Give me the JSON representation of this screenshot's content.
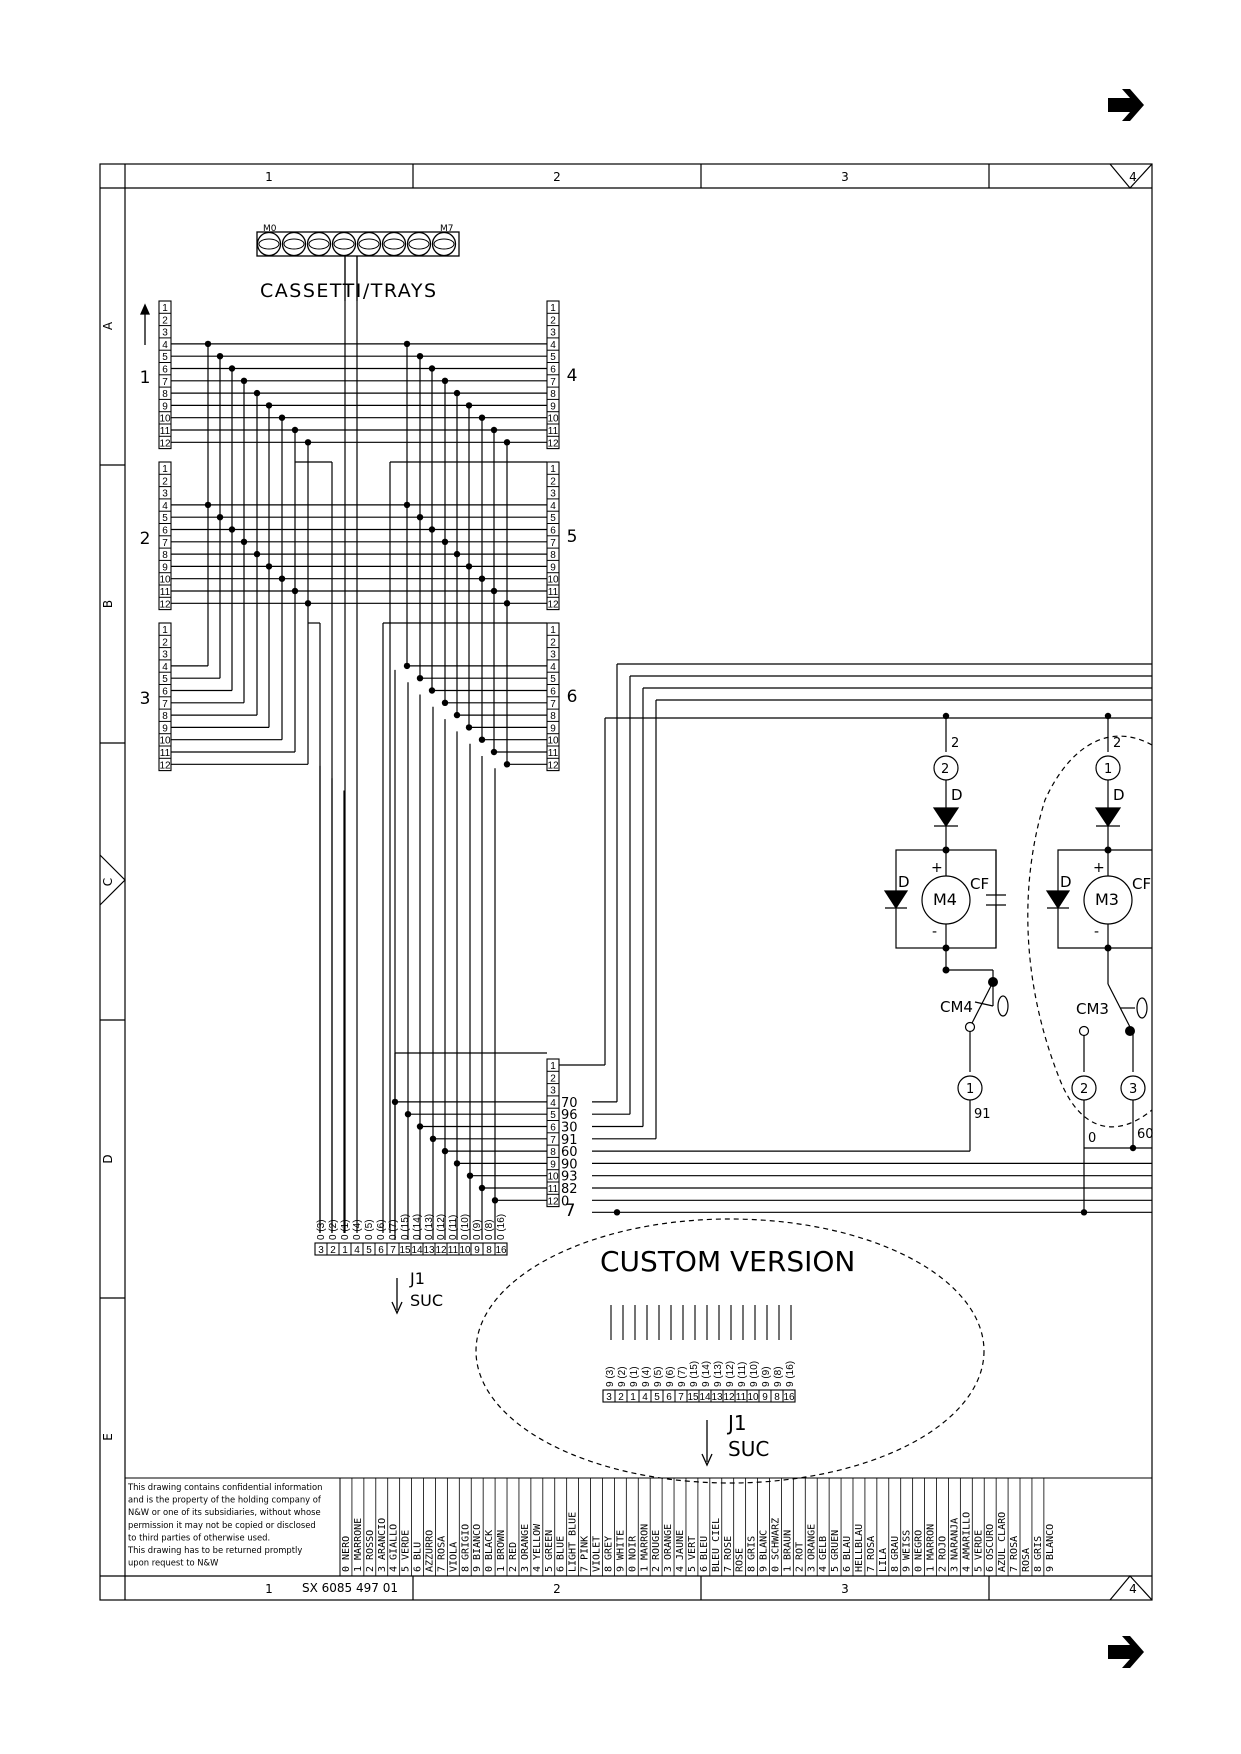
{
  "frame": {
    "columns": [
      "1",
      "2",
      "3",
      "4"
    ],
    "rows": [
      "A",
      "B",
      "C",
      "D",
      "E"
    ],
    "footer_columns": [
      "1",
      "2",
      "3",
      "4"
    ],
    "drawing_number": "SX 6085 497 01"
  },
  "title": "CASSETTI/TRAYS",
  "connector_labels": {
    "left": [
      "1",
      "2",
      "3"
    ],
    "right": [
      "4",
      "5",
      "6",
      "7"
    ]
  },
  "pins": [
    "1",
    "2",
    "3",
    "4",
    "5",
    "6",
    "7",
    "8",
    "9",
    "10",
    "11",
    "12"
  ],
  "connector7_wire_codes": [
    "",
    "",
    "",
    "70",
    "96",
    "30",
    "91",
    "60",
    "90",
    "93",
    "82",
    "0"
  ],
  "j1": {
    "top_labels": [
      "0 (3)",
      "0 (2)",
      "0 (1)",
      "0 (4)",
      "0 (5)",
      "0 (6)",
      "0 (7)",
      "0 (15)",
      "0 (14)",
      "0 (13)",
      "0 (12)",
      "0 (11)",
      "0 (10)",
      "0 (9)",
      "0 (8)",
      "0 (16)"
    ],
    "pins": [
      "3",
      "2",
      "1",
      "4",
      "5",
      "6",
      "7",
      "15",
      "14",
      "13",
      "12",
      "11",
      "10",
      "9",
      "8",
      "16"
    ],
    "name": "J1",
    "sub": "SUC"
  },
  "custom": {
    "title": "CUSTOM VERSION",
    "top_labels": [
      "9 (3)",
      "9 (2)",
      "9 (1)",
      "9 (4)",
      "9 (5)",
      "9 (6)",
      "9 (7)",
      "9 (15)",
      "9 (14)",
      "9 (13)",
      "9 (12)",
      "9 (11)",
      "9 (10)",
      "9 (9)",
      "9 (8)",
      "9 (16)"
    ],
    "pins": [
      "3",
      "2",
      "1",
      "4",
      "5",
      "6",
      "7",
      "15",
      "14",
      "13",
      "12",
      "11",
      "10",
      "9",
      "8",
      "16"
    ],
    "name": "J1",
    "sub": "SUC"
  },
  "motor_m4": {
    "motor": "M4",
    "diode": "D",
    "cap": "CF",
    "switch": "CM4",
    "top_node": "2",
    "top_wire": "2",
    "bottom_node": "1",
    "bottom_wire": "91",
    "plus": "+",
    "minus": "-"
  },
  "motor_m3": {
    "motor": "M3",
    "diode": "D",
    "cap": "CF",
    "switch": "CM3",
    "top_node": "1",
    "top_wire": "2",
    "node_left": "2",
    "node_right": "3",
    "wire_left": "0",
    "wire_right": "60",
    "plus": "+",
    "minus": "-"
  },
  "legend_note": [
    "This drawing contains confidential information",
    "and is the property of the holding company of",
    "N&W or one of its subsidiaries, without whose",
    "permission it may not be copied or disclosed",
    "to third parties of otherwise used.",
    "This drawing has to be returned promptly",
    "upon request to N&W"
  ],
  "color_legend": [
    [
      "0",
      "NERO"
    ],
    [
      "1",
      "MARRONE"
    ],
    [
      "2",
      "ROSSO"
    ],
    [
      "3",
      "ARANCIO"
    ],
    [
      "4",
      "GIALLO"
    ],
    [
      "5",
      "VERDE"
    ],
    [
      "6",
      "BLU"
    ],
    [
      "",
      "AZZURRO"
    ],
    [
      "7",
      "ROSA"
    ],
    [
      "",
      "VIOLA"
    ],
    [
      "8",
      "GRIGIO"
    ],
    [
      "9",
      "BIANCO"
    ],
    [
      "0",
      "BLACK"
    ],
    [
      "1",
      "BROWN"
    ],
    [
      "2",
      "RED"
    ],
    [
      "3",
      "ORANGE"
    ],
    [
      "4",
      "YELLOW"
    ],
    [
      "5",
      "GREEN"
    ],
    [
      "6",
      "BLUE"
    ],
    [
      "",
      "LIGHT BLUE"
    ],
    [
      "7",
      "PINK"
    ],
    [
      "",
      "VIOLET"
    ],
    [
      "8",
      "GREY"
    ],
    [
      "9",
      "WHITE"
    ],
    [
      "0",
      "NOIR"
    ],
    [
      "1",
      "MARRON"
    ],
    [
      "2",
      "ROUGE"
    ],
    [
      "3",
      "ORANGE"
    ],
    [
      "4",
      "JAUNE"
    ],
    [
      "5",
      "VERT"
    ],
    [
      "6",
      "BLEU"
    ],
    [
      "",
      "BLEU CIEL"
    ],
    [
      "7",
      "ROSE"
    ],
    [
      "",
      "ROSE"
    ],
    [
      "8",
      "GRIS"
    ],
    [
      "9",
      "BLANC"
    ],
    [
      "0",
      "SCHWARZ"
    ],
    [
      "1",
      "BRAUN"
    ],
    [
      "2",
      "ROT"
    ],
    [
      "3",
      "ORANGE"
    ],
    [
      "4",
      "GELB"
    ],
    [
      "5",
      "GRUEN"
    ],
    [
      "6",
      "BLAU"
    ],
    [
      "",
      "HELLBLAU"
    ],
    [
      "7",
      "ROSA"
    ],
    [
      "",
      "LILA"
    ],
    [
      "8",
      "GRAU"
    ],
    [
      "9",
      "WEISS"
    ],
    [
      "0",
      "NEGRO"
    ],
    [
      "1",
      "MARRON"
    ],
    [
      "2",
      "ROJO"
    ],
    [
      "3",
      "NARANJA"
    ],
    [
      "4",
      "AMARILLO"
    ],
    [
      "5",
      "VERDE"
    ],
    [
      "6",
      "OSCURO"
    ],
    [
      "",
      "AZUL CLARO"
    ],
    [
      "7",
      "ROSA"
    ],
    [
      "",
      "ROSA"
    ],
    [
      "8",
      "GRIS"
    ],
    [
      "9",
      "BLANCO"
    ]
  ],
  "icons": [
    "arrow-right-icon",
    "arrow-right-icon",
    "arrow-up-icon",
    "arrow-down-icon"
  ]
}
